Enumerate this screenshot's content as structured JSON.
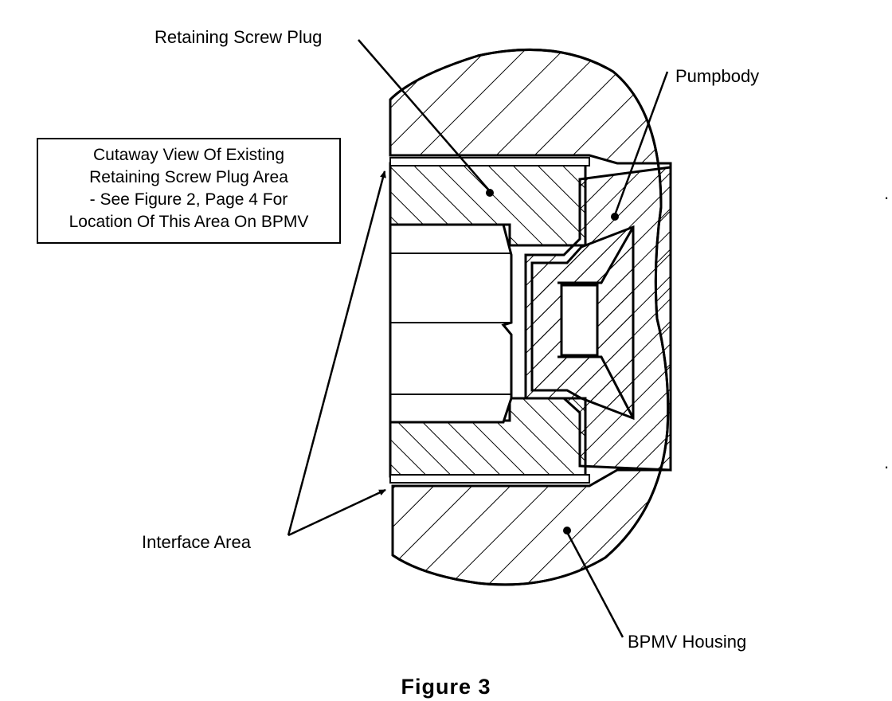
{
  "labels": {
    "retaining_screw_plug": "Retaining Screw Plug",
    "pumpbody": "Pumpbody",
    "interface_area": "Interface Area",
    "bpmv_housing": "BPMV Housing"
  },
  "caption_box": {
    "lines": [
      "Cutaway View Of Existing",
      "Retaining Screw Plug Area",
      "- See Figure 2, Page 4 For",
      "Location Of This Area On BPMV"
    ]
  },
  "figure_title": "Figure 3",
  "colors": {
    "ink": "#000000",
    "paper": "#ffffff"
  }
}
